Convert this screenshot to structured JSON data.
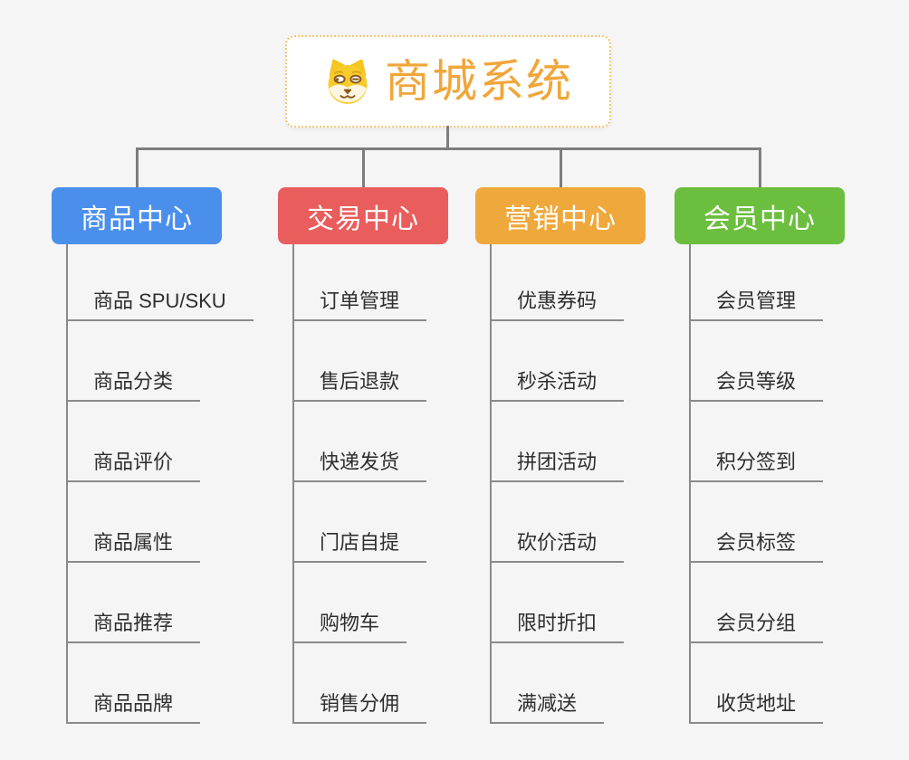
{
  "page": {
    "background": "#F5F5F5"
  },
  "root": {
    "title": "商城系统",
    "icon": "dog-face-icon",
    "text_color": "#F0A63A",
    "border_color": "#F3C577",
    "background": "#FFFFFF"
  },
  "connector_color": "#7D7D7D",
  "leaf_line_color": "#8A8A8A",
  "branches": [
    {
      "label": "商品中心",
      "color": "#4B8FEC",
      "children": [
        "商品 SPU/SKU",
        "商品分类",
        "商品评价",
        "商品属性",
        "商品推荐",
        "商品品牌"
      ]
    },
    {
      "label": "交易中心",
      "color": "#E95D5D",
      "children": [
        "订单管理",
        "售后退款",
        "快递发货",
        "门店自提",
        "购物车",
        "销售分佣"
      ]
    },
    {
      "label": "营销中心",
      "color": "#EFA83C",
      "children": [
        "优惠券码",
        "秒杀活动",
        "拼团活动",
        "砍价活动",
        "限时折扣",
        "满减送"
      ]
    },
    {
      "label": "会员中心",
      "color": "#6CBE3E",
      "children": [
        "会员管理",
        "会员等级",
        "积分签到",
        "会员标签",
        "会员分组",
        "收货地址"
      ]
    }
  ]
}
